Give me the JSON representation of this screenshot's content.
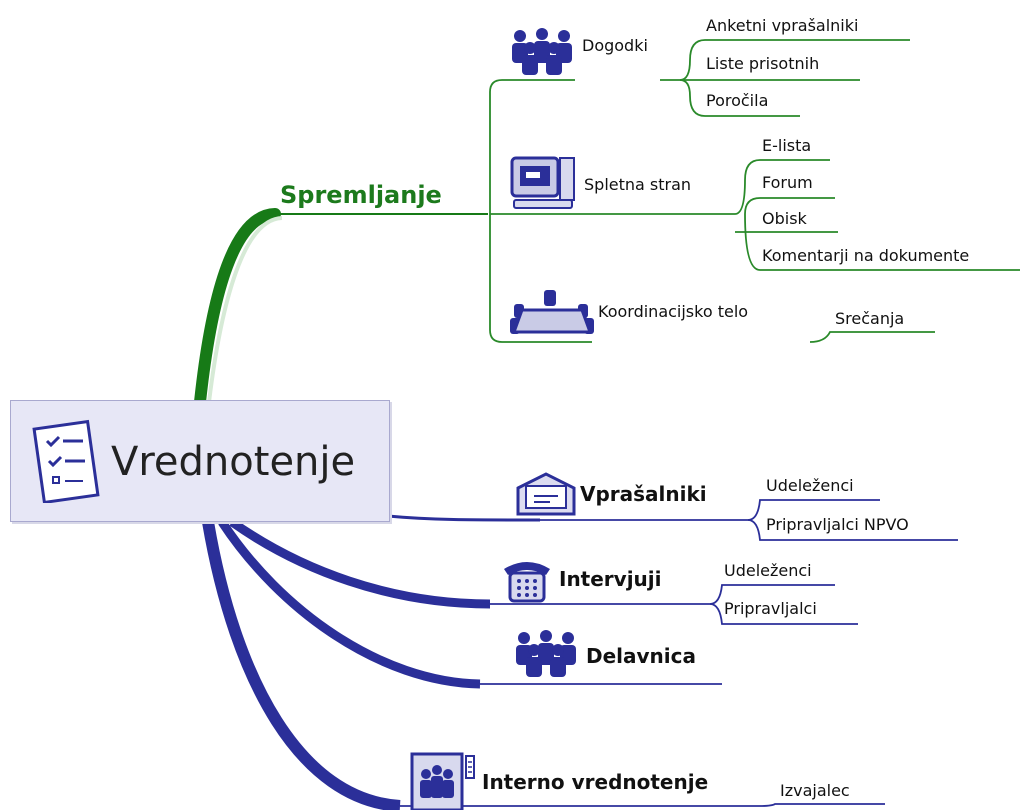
{
  "central": {
    "label": "Vrednotenje",
    "icon": "checklist-icon"
  },
  "spremljanje": {
    "label": "Spremljanje",
    "color": "#1c7a1c",
    "dogodki": {
      "label": "Dogodki",
      "icon": "people-group-icon",
      "children": [
        "Anketni vprašalniki",
        "Liste prisotnih",
        "Poročila"
      ]
    },
    "spletna": {
      "label": "Spletna stran",
      "icon": "computer-icon",
      "children": [
        "E-lista",
        "Forum",
        "Obisk",
        "Komentarji na dokumente"
      ]
    },
    "koord": {
      "label": "Koordinacijsko telo",
      "icon": "meeting-table-icon",
      "children": [
        "Srečanja"
      ]
    }
  },
  "vprasalniki": {
    "label": "Vprašalniki",
    "icon": "envelope-icon",
    "color": "#2b2f99",
    "children": [
      "Udeleženci",
      "Pripravljalci NPVO"
    ]
  },
  "intervjuji": {
    "label": "Intervjuji",
    "icon": "telephone-icon",
    "children": [
      "Udeleženci",
      "Pripravljalci"
    ]
  },
  "delavnica": {
    "label": "Delavnica",
    "icon": "people-group-icon"
  },
  "interno": {
    "label": "Interno vrednotenje",
    "icon": "team-board-icon",
    "children": [
      "Izvajalec"
    ]
  }
}
